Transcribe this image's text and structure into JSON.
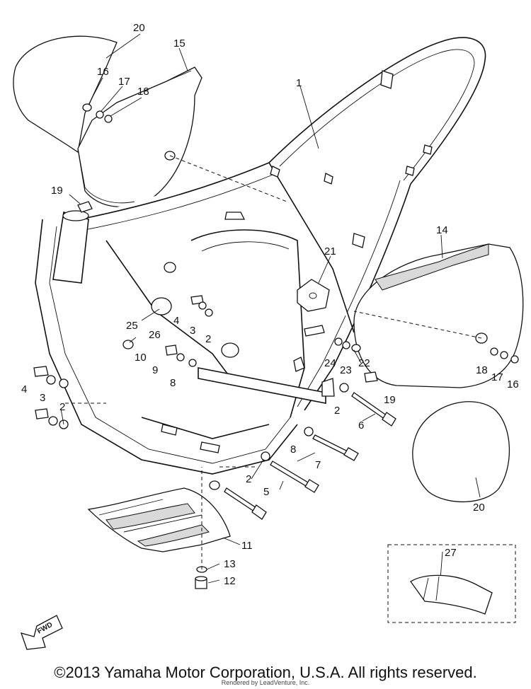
{
  "diagram": {
    "callouts": [
      {
        "id": "c20a",
        "text": "20"
      },
      {
        "id": "c15",
        "text": "15"
      },
      {
        "id": "c16a",
        "text": "16"
      },
      {
        "id": "c17a",
        "text": "17"
      },
      {
        "id": "c18a",
        "text": "18"
      },
      {
        "id": "c1",
        "text": "1"
      },
      {
        "id": "c19a",
        "text": "19"
      },
      {
        "id": "c14",
        "text": "14"
      },
      {
        "id": "c21",
        "text": "21"
      },
      {
        "id": "c25",
        "text": "25"
      },
      {
        "id": "c4a",
        "text": "4"
      },
      {
        "id": "c3a",
        "text": "3"
      },
      {
        "id": "c2a",
        "text": "2"
      },
      {
        "id": "c26",
        "text": "26"
      },
      {
        "id": "c10",
        "text": "10"
      },
      {
        "id": "c9",
        "text": "9"
      },
      {
        "id": "c8a",
        "text": "8"
      },
      {
        "id": "c24",
        "text": "24"
      },
      {
        "id": "c23",
        "text": "23"
      },
      {
        "id": "c22",
        "text": "22"
      },
      {
        "id": "c18b",
        "text": "18"
      },
      {
        "id": "c17b",
        "text": "17"
      },
      {
        "id": "c16b",
        "text": "16"
      },
      {
        "id": "c19b",
        "text": "19"
      },
      {
        "id": "c4b",
        "text": "4"
      },
      {
        "id": "c3b",
        "text": "3"
      },
      {
        "id": "c2b",
        "text": "2"
      },
      {
        "id": "c2c",
        "text": "2"
      },
      {
        "id": "c6",
        "text": "6"
      },
      {
        "id": "c8b",
        "text": "8"
      },
      {
        "id": "c7",
        "text": "7"
      },
      {
        "id": "c2d",
        "text": "2"
      },
      {
        "id": "c5",
        "text": "5"
      },
      {
        "id": "c20b",
        "text": "20"
      },
      {
        "id": "c11",
        "text": "11"
      },
      {
        "id": "c13",
        "text": "13"
      },
      {
        "id": "c12",
        "text": "12"
      },
      {
        "id": "c27",
        "text": "27"
      }
    ],
    "fwd_label": "FWD"
  },
  "footer": {
    "copyright": "©2013 Yamaha Motor Corporation, U.S.A. All rights reserved.",
    "watermark": "Rendered by LeadVenture, Inc."
  }
}
